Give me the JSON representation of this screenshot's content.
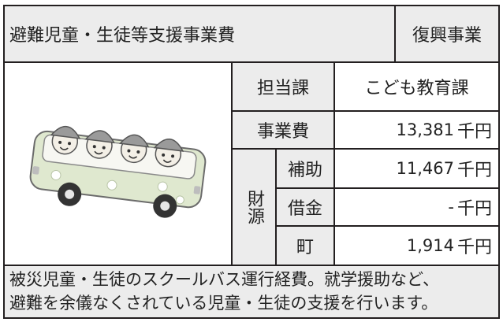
{
  "header": {
    "title": "避難児童・生徒等支援事業費",
    "category": "復興事業"
  },
  "rows": {
    "department_label": "担当課",
    "department_value": "こども教育課",
    "cost_label": "事業費",
    "cost_value": "13,381",
    "unit": "千円"
  },
  "funding": {
    "label": "財源",
    "items": [
      {
        "label": "補助",
        "value": "11,467"
      },
      {
        "label": "借金",
        "value": "-"
      },
      {
        "label": "町",
        "value": "1,914"
      }
    ]
  },
  "description": {
    "line1": "被災児童・生徒のスクールバス運行経費。就学援助など、",
    "line2": "避難を余儀なくされている児童・生徒の支援を行います。"
  },
  "illustration": {
    "icon": "school-bus-with-children-icon",
    "colors": {
      "bus": "#dfe8cf",
      "cap": "#9a9a9a",
      "wheel": "#333333"
    }
  }
}
